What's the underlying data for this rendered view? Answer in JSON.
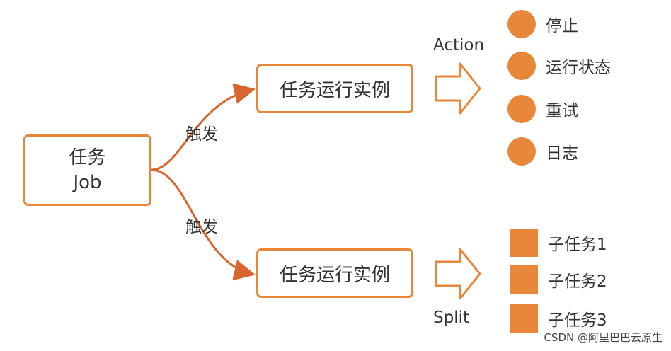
{
  "job": {
    "line1": "任务",
    "line2": "Job"
  },
  "triggers": {
    "top": "触发",
    "bottom": "触发"
  },
  "instances": {
    "top": "任务运行实例",
    "bottom": "任务运行实例"
  },
  "labels": {
    "action": "Action",
    "split": "Split"
  },
  "actions": [
    {
      "label": "停止"
    },
    {
      "label": "运行状态"
    },
    {
      "label": "重试"
    },
    {
      "label": "日志"
    }
  ],
  "subtasks": [
    {
      "label": "子任务1"
    },
    {
      "label": "子任务2"
    },
    {
      "label": "子任务3"
    }
  ],
  "watermark": "CSDN @阿里巴巴云原生",
  "colors": {
    "accent": "#e8863a",
    "connector": "#d9662e",
    "text": "#333333"
  }
}
